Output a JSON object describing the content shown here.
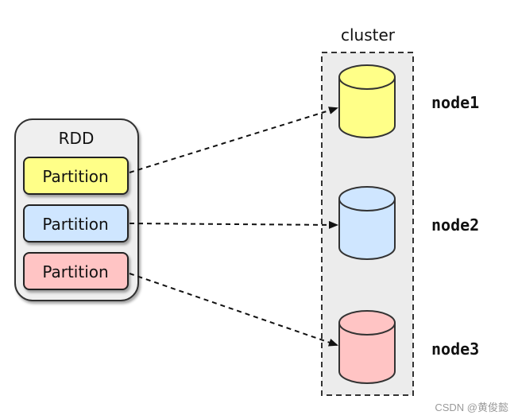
{
  "rdd": {
    "label": "RDD"
  },
  "partitions": [
    {
      "label": "Partition",
      "color": "#ffff88"
    },
    {
      "label": "Partition",
      "color": "#cfe6ff"
    },
    {
      "label": "Partition",
      "color": "#ffc4c4"
    }
  ],
  "cluster": {
    "label": "cluster"
  },
  "nodes": [
    {
      "label": "node1",
      "color": "#ffff88"
    },
    {
      "label": "node2",
      "color": "#cfe6ff"
    },
    {
      "label": "node3",
      "color": "#ffc4c4"
    }
  ],
  "watermark": "CSDN @黄俊懿"
}
